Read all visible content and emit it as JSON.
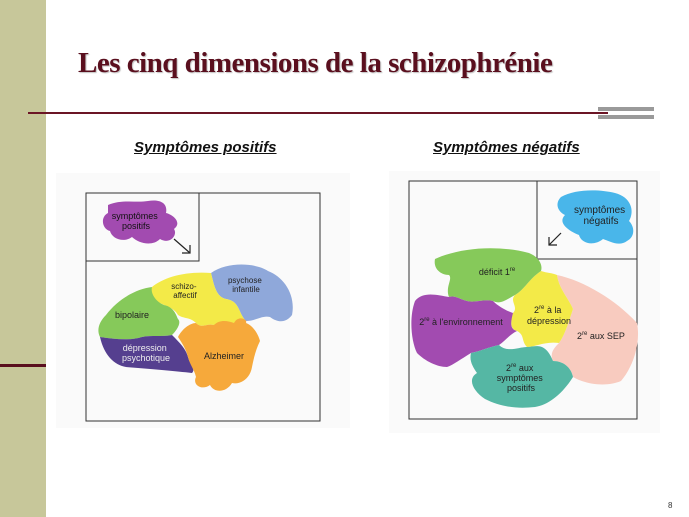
{
  "slide": {
    "title": "Les cinq dimensions de la schizophrénie",
    "page_number": "8"
  },
  "positive": {
    "heading": "Symptômes positifs",
    "legend": [
      "symptômes",
      "positifs"
    ],
    "pieces": {
      "schizo": [
        "schizo-",
        "affectif"
      ],
      "psychose": [
        "psychose",
        "infantile"
      ],
      "bipolaire": [
        "bipolaire"
      ],
      "depression": [
        "dépression",
        "psychotique"
      ],
      "alzheimer": [
        "Alzheimer"
      ]
    }
  },
  "negative": {
    "heading": "Symptômes négatifs",
    "legend": [
      "symptômes",
      "négatifs"
    ],
    "pieces": {
      "deficit": [
        "déficit 1",
        "re"
      ],
      "environnement": [
        "2",
        "re",
        " à l'environnement"
      ],
      "depression": [
        "2",
        "re",
        " à la",
        "dépression"
      ],
      "sep": [
        "2",
        "re",
        " aux SEP"
      ],
      "positifs": [
        "2",
        "re",
        " aux",
        "symptômes",
        "positifs"
      ]
    }
  },
  "colors": {
    "left_bar": "#c7c79a",
    "title": "#5a0f1e",
    "purple": "#a24bb0",
    "green": "#86c95a",
    "yellow": "#f3ea48",
    "blue": "#8fa8da",
    "navy": "#553f8f",
    "orange": "#f6a93b",
    "cyan": "#49b6ea",
    "pink": "#f8cbbf",
    "teal": "#55b7a4"
  }
}
